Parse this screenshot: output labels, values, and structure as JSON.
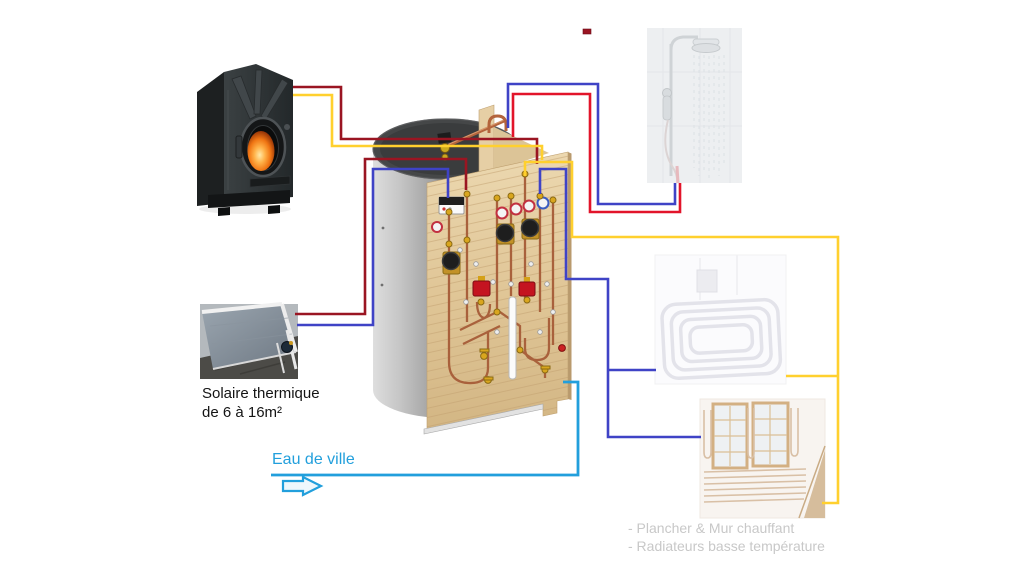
{
  "diagram": {
    "labels": {
      "solar_line1": "Solaire thermique",
      "solar_line2": "de 6 à 16m²",
      "city_water": "Eau de ville",
      "note_line1": "- Plancher & Mur chauffant",
      "note_line2": "- Radiateurs basse température"
    },
    "colors": {
      "dark_red": "#9A1522",
      "red": "#E2142A",
      "blue": "#3F43C6",
      "yellow": "#FFD02E",
      "cyan": "#229FDC"
    },
    "components": {
      "wood_stove": "wood-stove",
      "solar_collector": "solar-thermal-collector",
      "buffer_tank": "buffer-tank",
      "hydraulic_panel": "hydraulic-panel",
      "shower": "shower",
      "floor_heating": "floor-heating",
      "wall_heating": "wall-heating",
      "city_water_arrow": "city-water-arrow"
    }
  }
}
